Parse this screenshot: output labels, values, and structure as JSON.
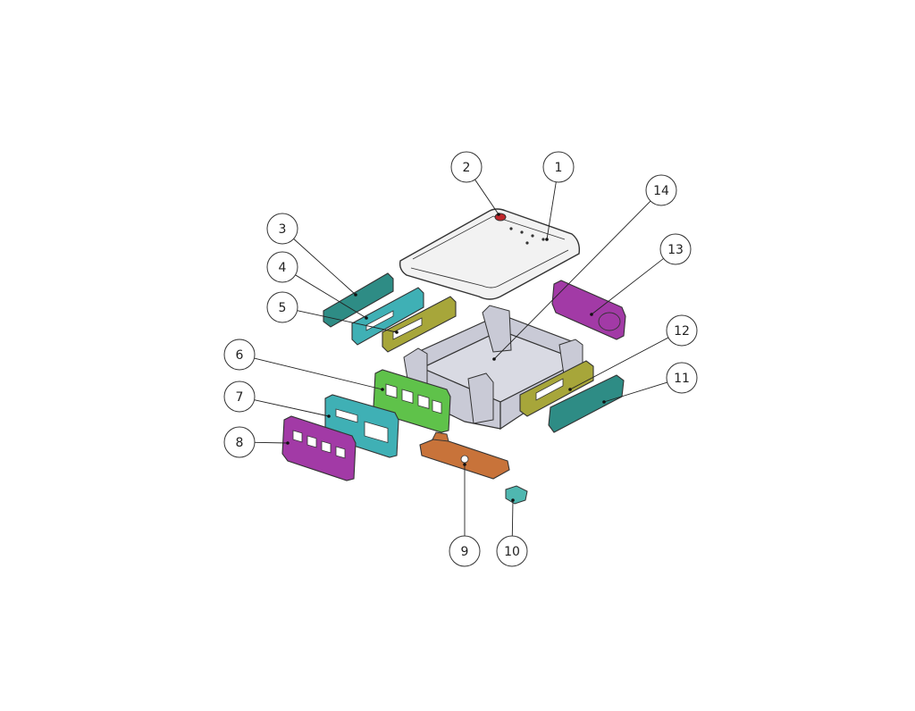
{
  "balloons": [
    {
      "id": "1",
      "label": "1"
    },
    {
      "id": "2",
      "label": "2"
    },
    {
      "id": "3",
      "label": "3"
    },
    {
      "id": "4",
      "label": "4"
    },
    {
      "id": "5",
      "label": "5"
    },
    {
      "id": "6",
      "label": "6"
    },
    {
      "id": "7",
      "label": "7"
    },
    {
      "id": "8",
      "label": "8"
    },
    {
      "id": "9",
      "label": "9"
    },
    {
      "id": "10",
      "label": "10"
    },
    {
      "id": "11",
      "label": "11"
    },
    {
      "id": "12",
      "label": "12"
    },
    {
      "id": "13",
      "label": "13"
    },
    {
      "id": "14",
      "label": "14"
    }
  ],
  "colors": {
    "lid": "#f2f2f2",
    "housing": "#c9cad6",
    "teal": "#2e8c85",
    "cyan": "#3fb0b5",
    "olive": "#a7a63a",
    "green": "#5fc24a",
    "magenta": "#a23aa6",
    "orange": "#c8733a",
    "clip": "#4fb7b0",
    "red": "#c0262b",
    "outline": "#333333"
  }
}
